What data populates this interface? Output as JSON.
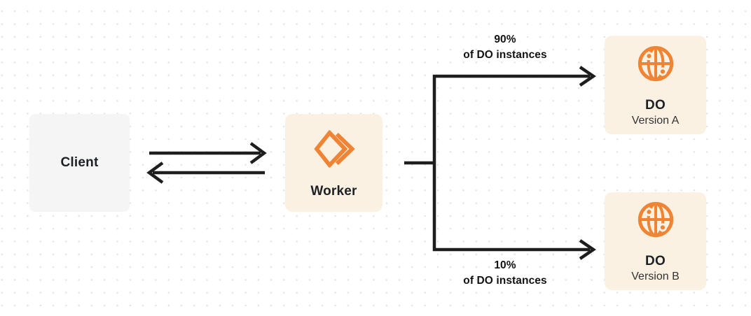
{
  "diagram": {
    "description": "Traffic split diagram: Client to Worker to two Durable Object versions",
    "nodes": {
      "client": {
        "label": "Client"
      },
      "worker": {
        "label": "Worker",
        "icon": "workers-logo-icon"
      },
      "do_version_a": {
        "title": "DO",
        "subtitle": "Version A",
        "icon": "durable-object-globe-icon"
      },
      "do_version_b": {
        "title": "DO",
        "subtitle": "Version B",
        "icon": "durable-object-globe-icon"
      }
    },
    "edges": {
      "client_worker": {
        "type": "bidirectional-arrows"
      },
      "top_branch": {
        "percent": "90%",
        "caption": "of DO instances",
        "target": "DO Version A"
      },
      "bottom_branch": {
        "percent": "10%",
        "caption": "of DO instances",
        "target": "DO Version B"
      }
    },
    "colors": {
      "accent_orange": "#ee8434",
      "cream_box": "#fbf1e3",
      "gray_box": "#f5f5f6",
      "connector_dark": "#1e1e1e",
      "text_primary": "#1d2025",
      "text_secondary": "#333333",
      "grid_dot": "#e3e3e8",
      "background": "#ffffff"
    }
  }
}
